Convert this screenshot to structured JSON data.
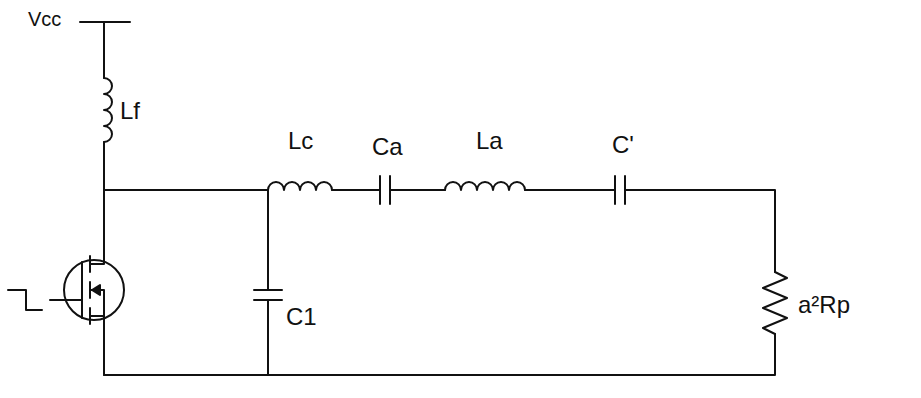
{
  "diagram": {
    "labels": [
      "Vcc",
      "Lf",
      "Lc",
      "Ca",
      "La",
      "C'",
      "C1",
      "a²Rp"
    ]
  }
}
